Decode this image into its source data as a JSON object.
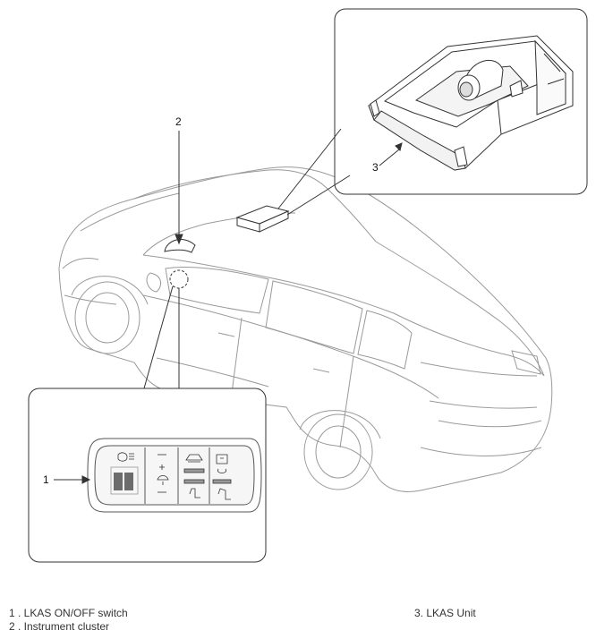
{
  "callouts": {
    "c1": "1",
    "c2": "2",
    "c3": "3"
  },
  "legend": {
    "items": [
      {
        "text": "1 . LKAS ON/OFF switch"
      },
      {
        "text": "2 . Instrument cluster"
      },
      {
        "text": "3. LKAS Unit"
      }
    ]
  },
  "colors": {
    "line": "#333333",
    "faint_line": "#9a9a9a",
    "switch_panel": "#555555"
  }
}
